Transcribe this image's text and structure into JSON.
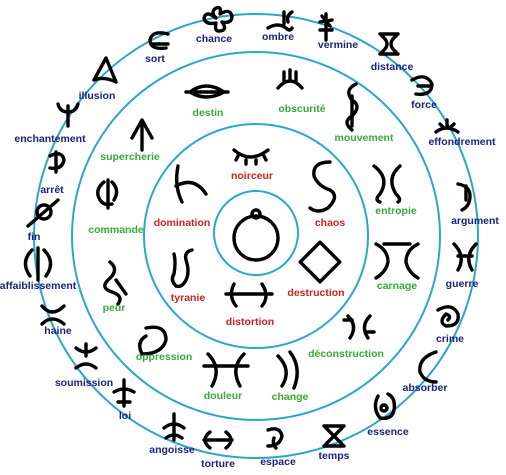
{
  "colors": {
    "ring": "#2aa7c9",
    "outer_label": "#1a237e",
    "middle_label": "#3aa83a",
    "inner_label": "#cc2222",
    "glyph": "#000000"
  },
  "outer_labels": [
    {
      "key": "sort",
      "text": "sort",
      "icon": "sort-glyph"
    },
    {
      "key": "chance",
      "text": "chance",
      "icon": "chance-glyph"
    },
    {
      "key": "ombre",
      "text": "ombre",
      "icon": "ombre-glyph"
    },
    {
      "key": "vermine",
      "text": "vermine",
      "icon": "vermine-glyph"
    },
    {
      "key": "distance",
      "text": "distance",
      "icon": "distance-glyph"
    },
    {
      "key": "force",
      "text": "force",
      "icon": "force-glyph"
    },
    {
      "key": "effondrement",
      "text": "effondrement",
      "icon": "effondrement-glyph"
    },
    {
      "key": "argument",
      "text": "argument",
      "icon": "argument-glyph"
    },
    {
      "key": "guerre",
      "text": "guerre",
      "icon": "guerre-glyph"
    },
    {
      "key": "crime",
      "text": "crime",
      "icon": "crime-glyph"
    },
    {
      "key": "absorber",
      "text": "absorber",
      "icon": "absorber-glyph"
    },
    {
      "key": "essence",
      "text": "essence",
      "icon": "essence-glyph"
    },
    {
      "key": "temps",
      "text": "temps",
      "icon": "temps-glyph"
    },
    {
      "key": "espace",
      "text": "espace",
      "icon": "espace-glyph"
    },
    {
      "key": "torture",
      "text": "torture",
      "icon": "torture-glyph"
    },
    {
      "key": "angoisse",
      "text": "angoisse",
      "icon": "angoisse-glyph"
    },
    {
      "key": "loi",
      "text": "loi",
      "icon": "loi-glyph"
    },
    {
      "key": "soumission",
      "text": "soumission",
      "icon": "soumission-glyph"
    },
    {
      "key": "haine",
      "text": "haine",
      "icon": "haine-glyph"
    },
    {
      "key": "affaiblissement",
      "text": "affaiblissement",
      "icon": "affaiblissement-glyph"
    },
    {
      "key": "fin",
      "text": "fin",
      "icon": "fin-glyph"
    },
    {
      "key": "arret",
      "text": "arrêt",
      "icon": "arret-glyph"
    },
    {
      "key": "enchantement",
      "text": "enchantement",
      "icon": "enchantement-glyph"
    },
    {
      "key": "illusion",
      "text": "illusion",
      "icon": "illusion-glyph"
    }
  ],
  "middle_labels": [
    {
      "key": "destin",
      "text": "destin",
      "icon": "destin-glyph"
    },
    {
      "key": "obscurite",
      "text": "obscurité",
      "icon": "obscurite-glyph"
    },
    {
      "key": "mouvement",
      "text": "mouvement",
      "icon": "mouvement-glyph"
    },
    {
      "key": "entropie",
      "text": "entropie",
      "icon": "entropie-glyph"
    },
    {
      "key": "carnage",
      "text": "carnage",
      "icon": "carnage-glyph"
    },
    {
      "key": "deconstruction",
      "text": "déconstruction",
      "icon": "deconstruction-glyph"
    },
    {
      "key": "change",
      "text": "change",
      "icon": "change-glyph"
    },
    {
      "key": "douleur",
      "text": "douleur",
      "icon": "douleur-glyph"
    },
    {
      "key": "oppression",
      "text": "oppression",
      "icon": "oppression-glyph"
    },
    {
      "key": "peur",
      "text": "peur",
      "icon": "peur-glyph"
    },
    {
      "key": "commande",
      "text": "commande",
      "icon": "commande-glyph"
    },
    {
      "key": "supercherie",
      "text": "supercherie",
      "icon": "supercherie-glyph"
    }
  ],
  "inner_labels": [
    {
      "key": "noirceur",
      "text": "noirceur",
      "icon": "noirceur-glyph"
    },
    {
      "key": "chaos",
      "text": "chaos",
      "icon": "chaos-glyph"
    },
    {
      "key": "destruction",
      "text": "destruction",
      "icon": "destruction-glyph"
    },
    {
      "key": "distortion",
      "text": "distortion",
      "icon": "distortion-glyph"
    },
    {
      "key": "tyranie",
      "text": "tyranie",
      "icon": "tyranie-glyph"
    },
    {
      "key": "domination",
      "text": "domination",
      "icon": "domination-glyph"
    }
  ],
  "center": {
    "icon": "center-ring-glyph"
  }
}
